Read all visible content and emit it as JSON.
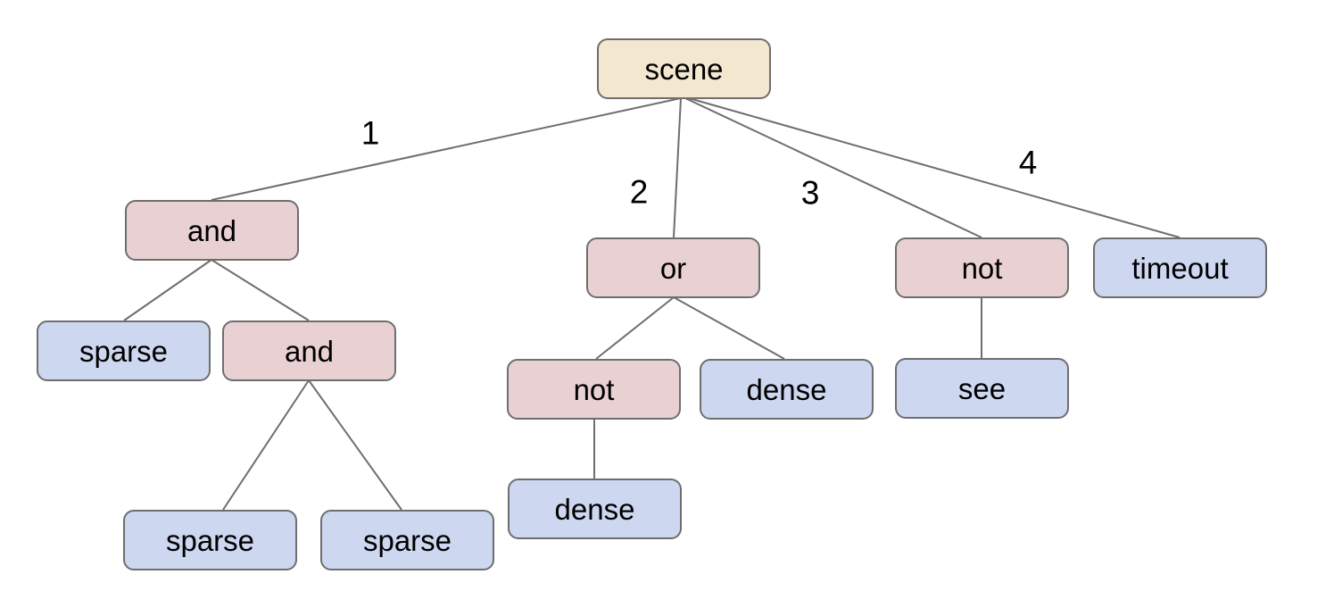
{
  "diagram": {
    "background_color": "#ffffff",
    "colors": {
      "root_fill": "#f4e7d0",
      "operator_fill": "#e9d1d3",
      "leaf_fill": "#cdd7f0",
      "box_border": "#6e6e6e",
      "edge_line": "#6e6e6e",
      "text": "#000000"
    },
    "nodes": [
      {
        "id": "scene",
        "label": "scene",
        "kind": "root"
      },
      {
        "id": "and-outer",
        "label": "and",
        "kind": "operator"
      },
      {
        "id": "or",
        "label": "or",
        "kind": "operator"
      },
      {
        "id": "not-right",
        "label": "not",
        "kind": "operator"
      },
      {
        "id": "timeout",
        "label": "timeout",
        "kind": "leaf"
      },
      {
        "id": "sparse-left",
        "label": "sparse",
        "kind": "leaf"
      },
      {
        "id": "and-inner",
        "label": "and",
        "kind": "operator"
      },
      {
        "id": "not-mid",
        "label": "not",
        "kind": "operator"
      },
      {
        "id": "dense-upper",
        "label": "dense",
        "kind": "leaf"
      },
      {
        "id": "see",
        "label": "see",
        "kind": "leaf"
      },
      {
        "id": "sparse-bottom-left",
        "label": "sparse",
        "kind": "leaf"
      },
      {
        "id": "sparse-bottom-right",
        "label": "sparse",
        "kind": "leaf"
      },
      {
        "id": "dense-lower",
        "label": "dense",
        "kind": "leaf"
      }
    ],
    "edge_labels": [
      {
        "label": "1",
        "from": "scene",
        "to": "and-outer"
      },
      {
        "label": "2",
        "from": "scene",
        "to": "or"
      },
      {
        "label": "3",
        "from": "scene",
        "to": "not-right"
      },
      {
        "label": "4",
        "from": "scene",
        "to": "timeout"
      }
    ],
    "edges": [
      {
        "from": "scene",
        "to": "and-outer"
      },
      {
        "from": "scene",
        "to": "or"
      },
      {
        "from": "scene",
        "to": "not-right"
      },
      {
        "from": "scene",
        "to": "timeout"
      },
      {
        "from": "and-outer",
        "to": "sparse-left"
      },
      {
        "from": "and-outer",
        "to": "and-inner"
      },
      {
        "from": "and-inner",
        "to": "sparse-bottom-left"
      },
      {
        "from": "and-inner",
        "to": "sparse-bottom-right"
      },
      {
        "from": "or",
        "to": "not-mid"
      },
      {
        "from": "or",
        "to": "dense-upper"
      },
      {
        "from": "not-mid",
        "to": "dense-lower"
      },
      {
        "from": "not-right",
        "to": "see"
      }
    ]
  }
}
